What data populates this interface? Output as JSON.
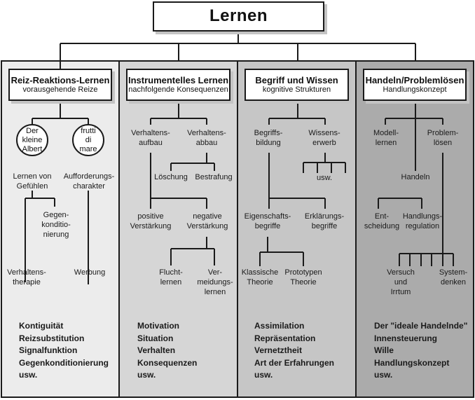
{
  "root": {
    "title": "Lernen"
  },
  "columns": [
    {
      "title": "Reiz-Reaktions-Lernen",
      "subtitle": "vorausgehende Reize",
      "background": "#ececec",
      "examples": [
        "Der\nkleine\nAlbert",
        "frutti\ndi\nmare"
      ],
      "nodes": {
        "gefuehle": "Lernen von\nGefühlen",
        "aufforderung": "Aufforderungs-\ncharakter",
        "gegen": "Gegen-\nkonditio-\nnierung",
        "therapie": "Verhaltens-\ntherapie",
        "werbung": "Werbung"
      },
      "summary": [
        "Kontiguität",
        "Reizsubstitution",
        "Signalfunktion",
        "Gegenkonditionierung",
        "usw."
      ]
    },
    {
      "title": "Instrumentelles Lernen",
      "subtitle": "nachfolgende Konsequenzen",
      "background": "#d6d6d6",
      "nodes": {
        "aufbau": "Verhaltens-\naufbau",
        "abbau": "Verhaltens-\nabbau",
        "loeschung": "Löschung",
        "bestrafung": "Bestrafung",
        "positive": "positive\nVerstärkung",
        "negative": "negative\nVerstärkung",
        "flucht": "Flucht-\nlernen",
        "vermeidung": "Ver-\nmeidungs-\nlernen"
      },
      "summary": [
        "Motivation",
        "Situation",
        "Verhalten",
        "Konsequenzen",
        "usw."
      ]
    },
    {
      "title": "Begriff und Wissen",
      "subtitle": "kognitive Strukturen",
      "background": "#c6c6c6",
      "nodes": {
        "begriffsbildung": "Begriffs-\nbildung",
        "wissenserwerb": "Wissens-\nerwerb",
        "usw": "usw.",
        "eigenschaft": "Eigenschafts-\nbegriffe",
        "erklaerung": "Erklärungs-\nbegriffe",
        "klassisch": "Klassische\nTheorie",
        "prototyp": "Prototypen\nTheorie"
      },
      "summary": [
        "Assimilation",
        "Repräsentation",
        "Vernetztheit",
        "Art der Erfahrungen",
        "usw."
      ]
    },
    {
      "title": "Handeln/Problemlösen",
      "subtitle": "Handlungskonzept",
      "background": "#ababab",
      "nodes": {
        "modell": "Modell-\nlernen",
        "problem": "Problem-\nlösen",
        "handeln": "Handeln",
        "entscheidung": "Ent-\nscheidung",
        "regulation": "Handlungs-\nregulation",
        "versuch": "Versuch\nund\nIrrtum",
        "system": "System-\ndenken"
      },
      "summary": [
        "Der \"ideale Handelnde\"",
        "Innensteuerung",
        "Wille",
        "Handlungskonzept",
        "usw."
      ]
    }
  ]
}
